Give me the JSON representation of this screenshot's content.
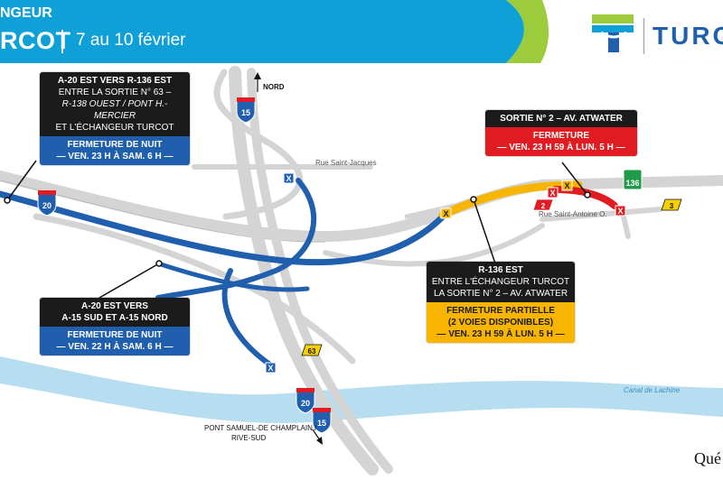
{
  "header": {
    "top_text": "NGEUR",
    "title": "RCOT",
    "dates": "7 au 10 février",
    "colors": {
      "bar": "#0fa0d8",
      "accent_green": "#9ccc3c"
    }
  },
  "logo": {
    "text": "TURCO",
    "icon": "turcot-t-logo-icon"
  },
  "boxes": {
    "a20_r136": {
      "line1": "A-20 EST VERS R-136 EST",
      "line2": "ENTRE LA SORTIE N° 63 –",
      "line3": "R-138 OUEST / PONT H.-MERCIER",
      "line4": "ET L'ÉCHANGEUR TURCOT",
      "status1": "FERMETURE DE NUIT",
      "status2": "— VEN. 23 H À SAM. 6 H —"
    },
    "sortie2": {
      "line1": "SORTIE N° 2 – AV. ATWATER",
      "status1": "FERMETURE",
      "status2": "— VEN. 23 H 59 À LUN. 5 H —"
    },
    "r136": {
      "line1": "R-136 EST",
      "line2": "ENTRE L'ÉCHANGEUR TURCOT",
      "line3": "LA SORTIE N° 2 – AV. ATWATER",
      "status1": "FERMETURE PARTIELLE",
      "status2": "(2 VOIES DISPONIBLES)",
      "status3": "— VEN. 23 H 59 À LUN. 5 H —"
    },
    "a20_a15": {
      "line1": "A-20 EST VERS",
      "line2": "A-15 SUD ET A-15 NORD",
      "status1": "FERMETURE DE NUIT",
      "status2": "— VEN. 22 H À SAM. 6 H —"
    }
  },
  "labels": {
    "nord": "NORD",
    "rue_st_jacques": "Rue Saint-Jacques",
    "rue_st_antoine": "Rue Saint-Antoine O.",
    "canal": "Canal de Lachine",
    "pont1": "PONT SAMUEL-DE CHAMPLAIN /",
    "pont2": "RIVE-SUD",
    "quebec": "Qué"
  },
  "shields": {
    "a15_top": "15",
    "a20_left": "20",
    "a20_bottom": "20",
    "a15_bottom": "15",
    "r136": "136",
    "exit63": "63",
    "exit3": "3",
    "exit2": "2"
  },
  "colors": {
    "closure_blue": "#1f5fae",
    "closure_red": "#e11b22",
    "partial_yellow": "#f7b500",
    "road_gray": "#d4d4d4",
    "water": "#b7ddf1"
  }
}
